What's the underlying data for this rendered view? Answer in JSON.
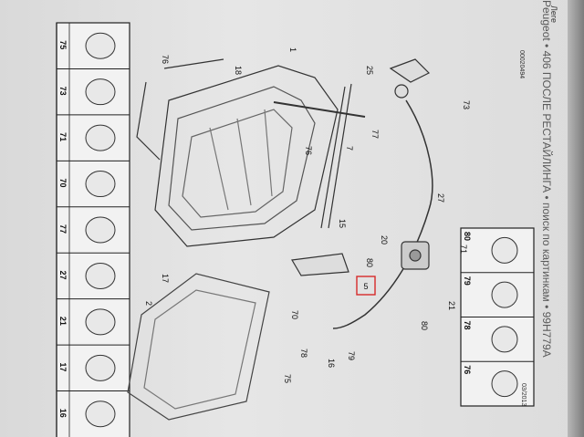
{
  "page": {
    "title": "Peugeot • 406 ПОСЛЕ РЕСТАЙЛИНГА • поиск по картинкам • 99H779A",
    "edge_text": "Леге",
    "doc_code": "00020494",
    "date": "03/2013"
  },
  "top_table": {
    "numbers": [
      "16",
      "17",
      "21",
      "27",
      "77",
      "70",
      "71",
      "73",
      "75"
    ]
  },
  "bottom_table": {
    "numbers": [
      "76",
      "78",
      "79",
      "80"
    ]
  },
  "callouts": [
    "76",
    "18",
    "1",
    "25",
    "73",
    "77",
    "7",
    "76",
    "15",
    "27",
    "71",
    "20",
    "80",
    "5",
    "17",
    "2",
    "70",
    "80",
    "21",
    "16",
    "78",
    "79",
    "75",
    "1",
    "7"
  ]
}
